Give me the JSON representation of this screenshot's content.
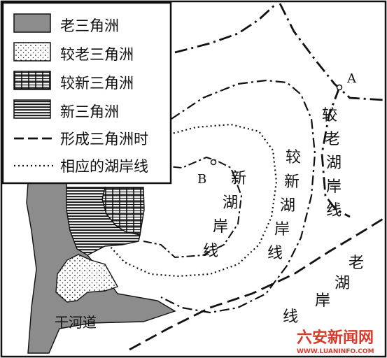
{
  "legend": {
    "items": [
      {
        "key": "old",
        "label": "老三角洲"
      },
      {
        "key": "older",
        "label": "较老三角洲"
      },
      {
        "key": "newer",
        "label": "较新三角洲"
      },
      {
        "key": "new",
        "label": "新三角洲"
      },
      {
        "key": "shoreline",
        "label": "形成三角洲时"
      },
      {
        "key": "shoreline2",
        "label": "相应的湖岸线"
      }
    ]
  },
  "labels": {
    "point_a": "A",
    "point_b": "B",
    "old_shore": [
      "老",
      "湖",
      "岸",
      "线"
    ],
    "older_shore": [
      "较",
      "老",
      "湖",
      "岸",
      "线"
    ],
    "newer_shore": [
      "较",
      "新",
      "湖",
      "岸",
      "线"
    ],
    "new_shore": [
      "新",
      "湖",
      "岸",
      "线"
    ],
    "dry_river": "干河道"
  },
  "watermark": {
    "cn": "六安新闻网",
    "url": "WWW.LUANINFO.COM"
  },
  "colors": {
    "ink": "#111111",
    "old_delta": "#8c8c8c",
    "watermark_red": "#d83a2a"
  }
}
